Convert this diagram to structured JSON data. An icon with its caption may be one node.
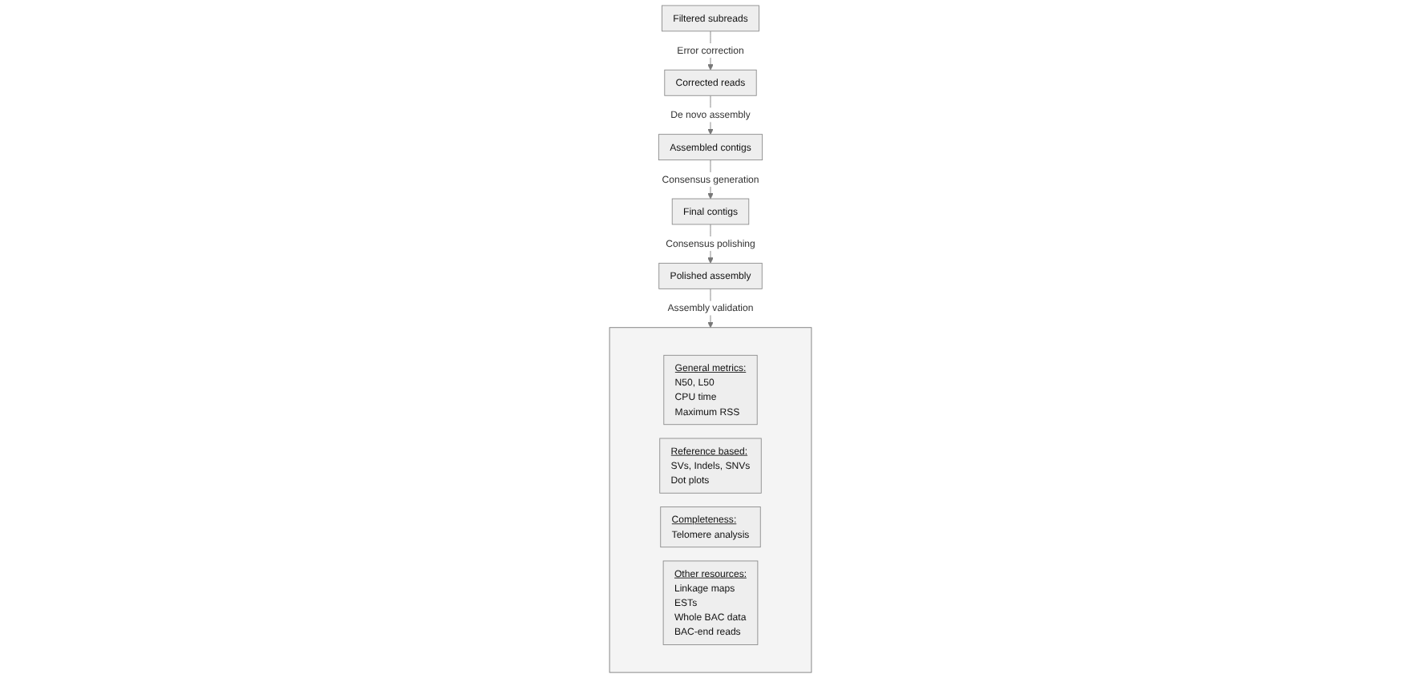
{
  "diagram": {
    "nodes": [
      {
        "text": [
          "Filtered subreads"
        ]
      },
      {
        "text": [
          "Corrected reads"
        ]
      },
      {
        "text": [
          "Assembled contigs"
        ]
      },
      {
        "text": [
          "Final contigs"
        ]
      },
      {
        "text": [
          "Polished assembly"
        ]
      },
      {
        "text": [],
        "shape": "box"
      },
      {
        "text": [
          "General metrics:",
          "N50, L50",
          "CPU time",
          "Maximum RSS"
        ],
        "in": 5
      },
      {
        "text": [
          "Reference based:",
          "SVs, Indels, SNVs",
          "Dot plots"
        ],
        "in": 5
      },
      {
        "text": [
          "Completeness:",
          "Telomere analysis"
        ],
        "in": 5
      },
      {
        "text": [
          "Other resources:",
          "Linkage maps",
          "ESTs",
          "Whole BAC data",
          "BAC-end reads"
        ],
        "in": 5
      }
    ],
    "edges": [
      {
        "from": 0,
        "to": 1,
        "arrow": "to",
        "label": "Error correction"
      },
      {
        "from": 1,
        "to": 2,
        "arrow": "to",
        "label": "De novo assembly"
      },
      {
        "from": 2,
        "to": 3,
        "arrow": "to",
        "label": "Consensus generation"
      },
      {
        "from": 3,
        "to": 4,
        "arrow": "to",
        "label": "Consensus polishing"
      },
      {
        "from": 4,
        "to": 5,
        "arrow": "to",
        "label": "Assembly validation"
      }
    ]
  }
}
